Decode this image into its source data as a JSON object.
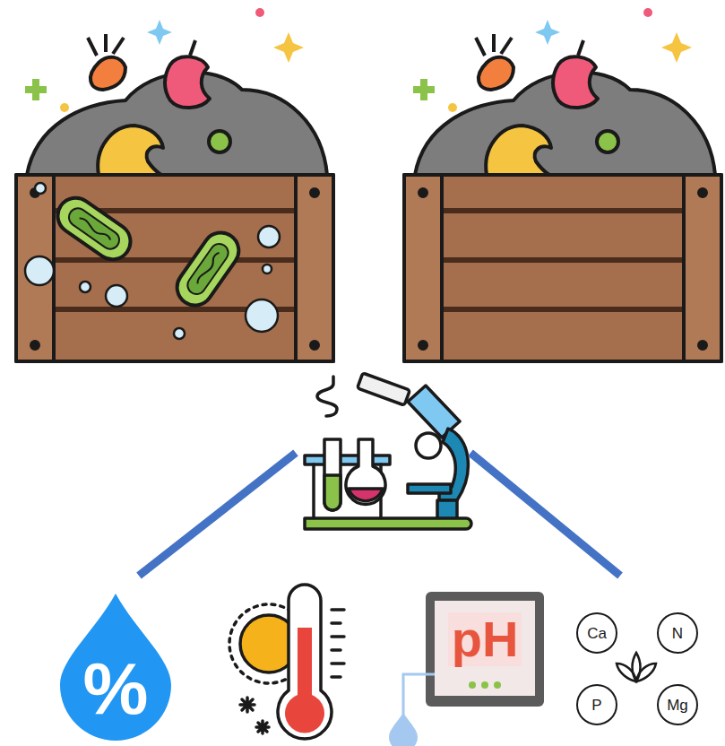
{
  "diagram": {
    "nodes": [
      {
        "text": [
          "%"
        ]
      },
      {
        "text": [
          "pH"
        ]
      },
      {
        "text": [
          "Ca"
        ]
      },
      {
        "text": [
          "N"
        ]
      },
      {
        "text": [
          "P"
        ]
      },
      {
        "text": [
          "Mg"
        ]
      }
    ]
  }
}
